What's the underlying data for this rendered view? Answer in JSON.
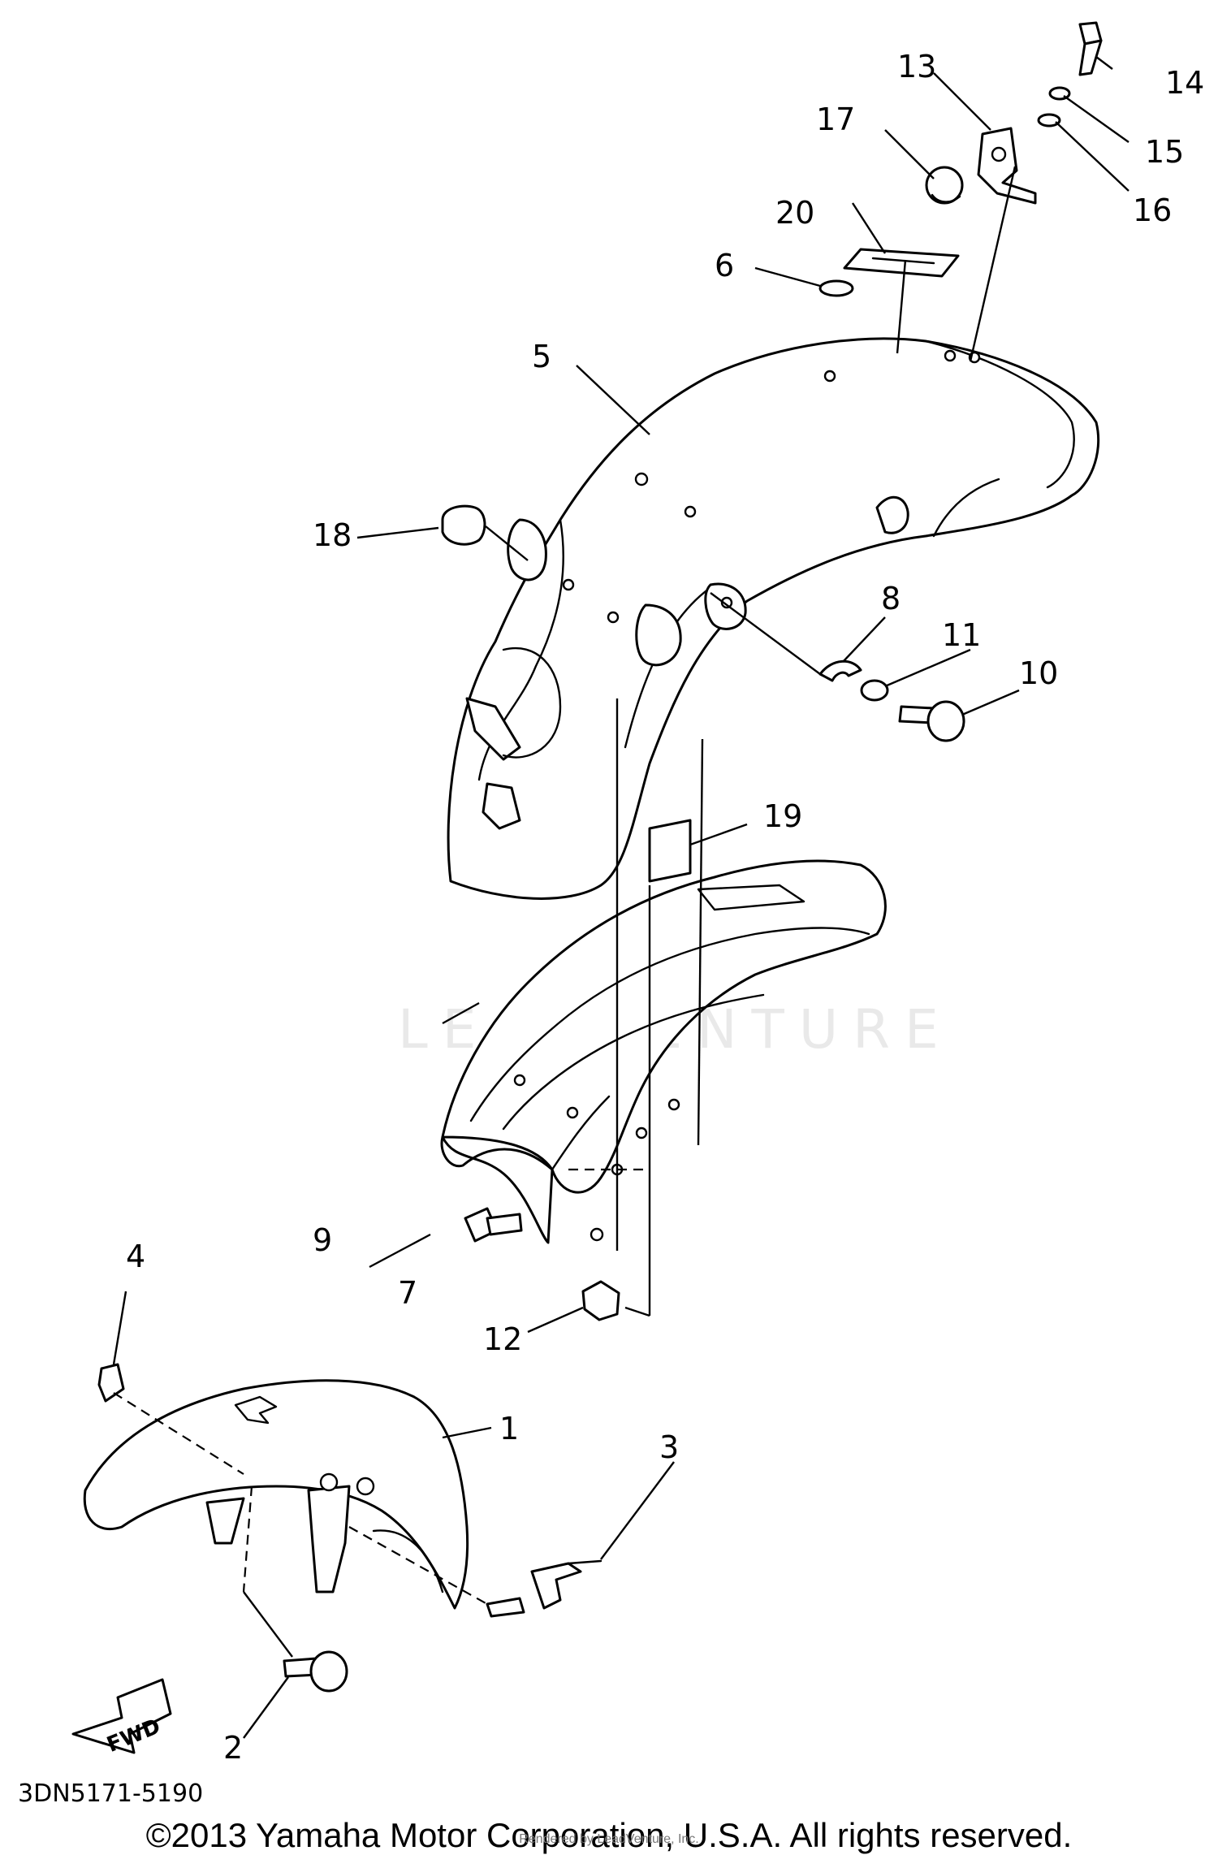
{
  "diagram": {
    "drawing_code": "3DN5171-5190",
    "fwd_label": "FWD",
    "watermark": "LEADVENTURE",
    "callouts": [
      "1",
      "2",
      "3",
      "4",
      "5",
      "6",
      "7",
      "8",
      "9",
      "10",
      "11",
      "12",
      "13",
      "14",
      "15",
      "16",
      "17",
      "18",
      "19",
      "20"
    ]
  },
  "footer": {
    "copyright": "©2013 Yamaha Motor Corporation, U.S.A. All rights reserved.",
    "rendered_by": "Rendered by LeadVenture, Inc."
  }
}
